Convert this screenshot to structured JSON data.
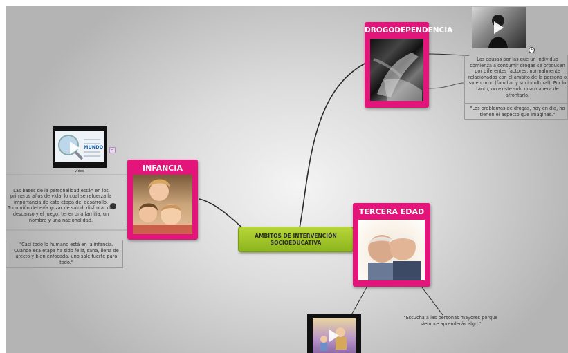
{
  "central": {
    "label": "ÁMBITOS DE INTERVENCIÓN SOCIOEDUCATIVA"
  },
  "nodes": {
    "drogo": {
      "title": "DROGODEPENDENCIA",
      "note": "Las causas por las que un individuo comienza a consumir drogas se producen por diferentes factores, normalmente relacionados con el ámbito de la persona o su entorno (familiar y sociocultural). Por lo tanto, no existe solo una manera de afrontarlo.",
      "quote": "\"Los problemas de drogas, hoy en día, no tienen el aspecto que imaginas.\""
    },
    "infancia": {
      "title": "INFANCIA",
      "note": "Las bases de la personalidad están en los primeros años de vida, lo cual se refuerza la importancia de esta etapa del desarrollo.\nTodo niño debería gozar de salud, disfrutar del descanso y el juego, tener una familia, un nombre y una nacionalidad.",
      "quote": "\"Casi todo lo humano está en la infancia. Cuando esa etapa ha sido feliz, sana, llena de afecto y bien enfocada, uno sale fuerte para todo.\"",
      "video_caption": "vídeo",
      "video_word": "MUNDO"
    },
    "tercera": {
      "title": "TERCERA EDAD",
      "quote": "\"Escucha a las personas mayores porque siempre aprenderás algo.\""
    }
  },
  "colors": {
    "node": "#e3157a",
    "central": "#a6c82c",
    "background": "#c8c8c8"
  },
  "icons": [
    "play-icon",
    "collapse-icon"
  ]
}
